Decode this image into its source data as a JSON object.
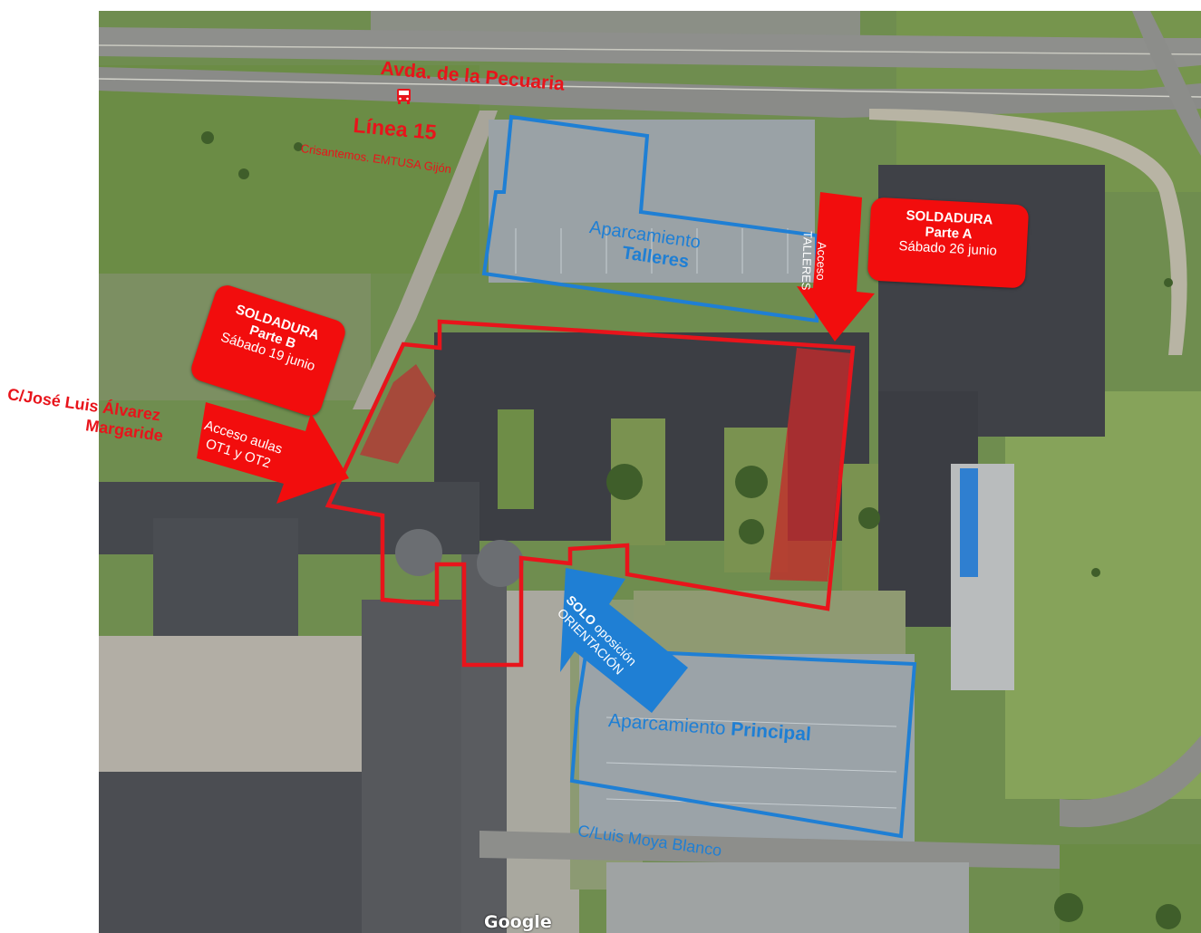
{
  "street_pecuaria": "Avda. de la Pecuaria",
  "bus": {
    "icon": "bus-icon",
    "line": "Línea 15",
    "stop": "Crisantemos. EMTUSA Gijón"
  },
  "street_margaride": [
    "C/José Luis Álvarez",
    "Margaride"
  ],
  "street_moya": "C/Luis Moya Blanco",
  "parking_talleres": {
    "line1": "Aparcamiento",
    "line2": "Talleres"
  },
  "parking_principal": {
    "word1": "Aparcamiento",
    "word2": "Principal"
  },
  "soldadura_a": {
    "title": "SOLDADURA",
    "part": "Parte A",
    "date": "Sábado 26 junio"
  },
  "soldadura_b": {
    "title": "SOLDADURA",
    "part": "Parte B",
    "date": "Sábado 19 junio"
  },
  "acceso_talleres": {
    "line1": "Acceso",
    "line2": "TALLERES"
  },
  "acceso_aulas": {
    "line1": "Acceso aulas",
    "line2": "OT1 y OT2"
  },
  "solo_orientacion": {
    "word1": "SOLO",
    "word2": "oposición",
    "line2": "ORIENTACIÓN"
  },
  "attribution": "Google",
  "colors": {
    "red": "#f20d0d",
    "blue": "#1f7fd4",
    "label_red": "#e8141b"
  }
}
